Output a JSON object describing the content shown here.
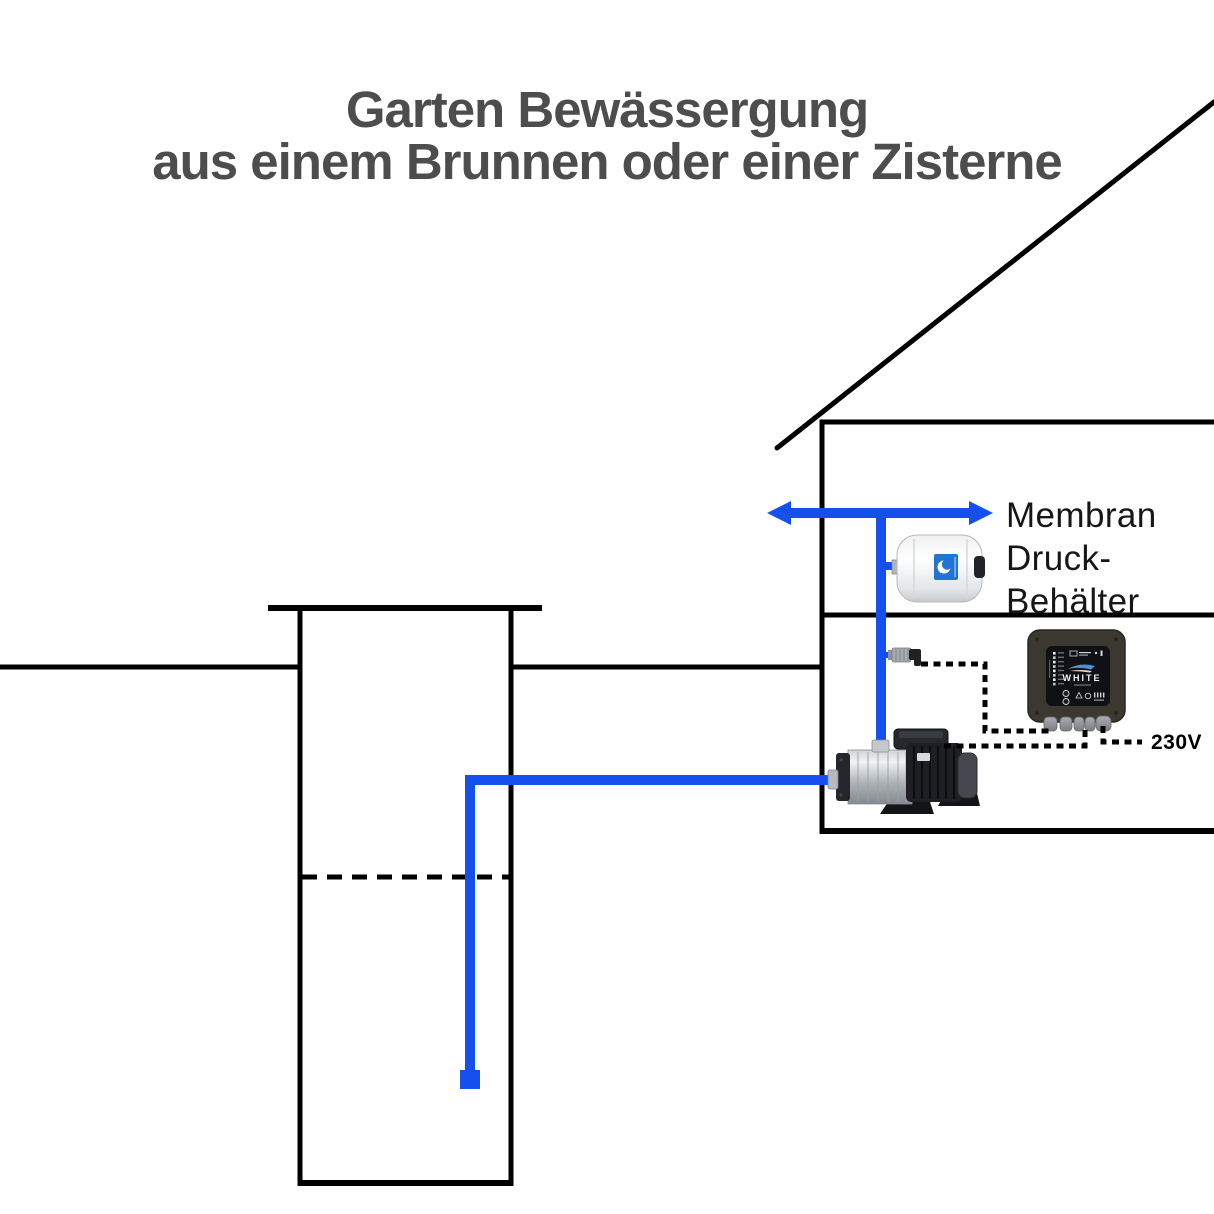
{
  "title": {
    "line1": "Garten Bewässergung",
    "line2": "aus einem Brunnen oder einer Zisterne"
  },
  "tank_label": {
    "line1": "Membran",
    "line2": "Druck-",
    "line3": "Behälter"
  },
  "voltage_label": "230V",
  "controller": {
    "brand": "WHITE"
  },
  "colors": {
    "pipe_blue": "#1550ee",
    "tank_label_blue": "#2173d4",
    "title_gray": "#4d4d4d",
    "line_black": "#000000",
    "controller_body": "#3b392f"
  }
}
